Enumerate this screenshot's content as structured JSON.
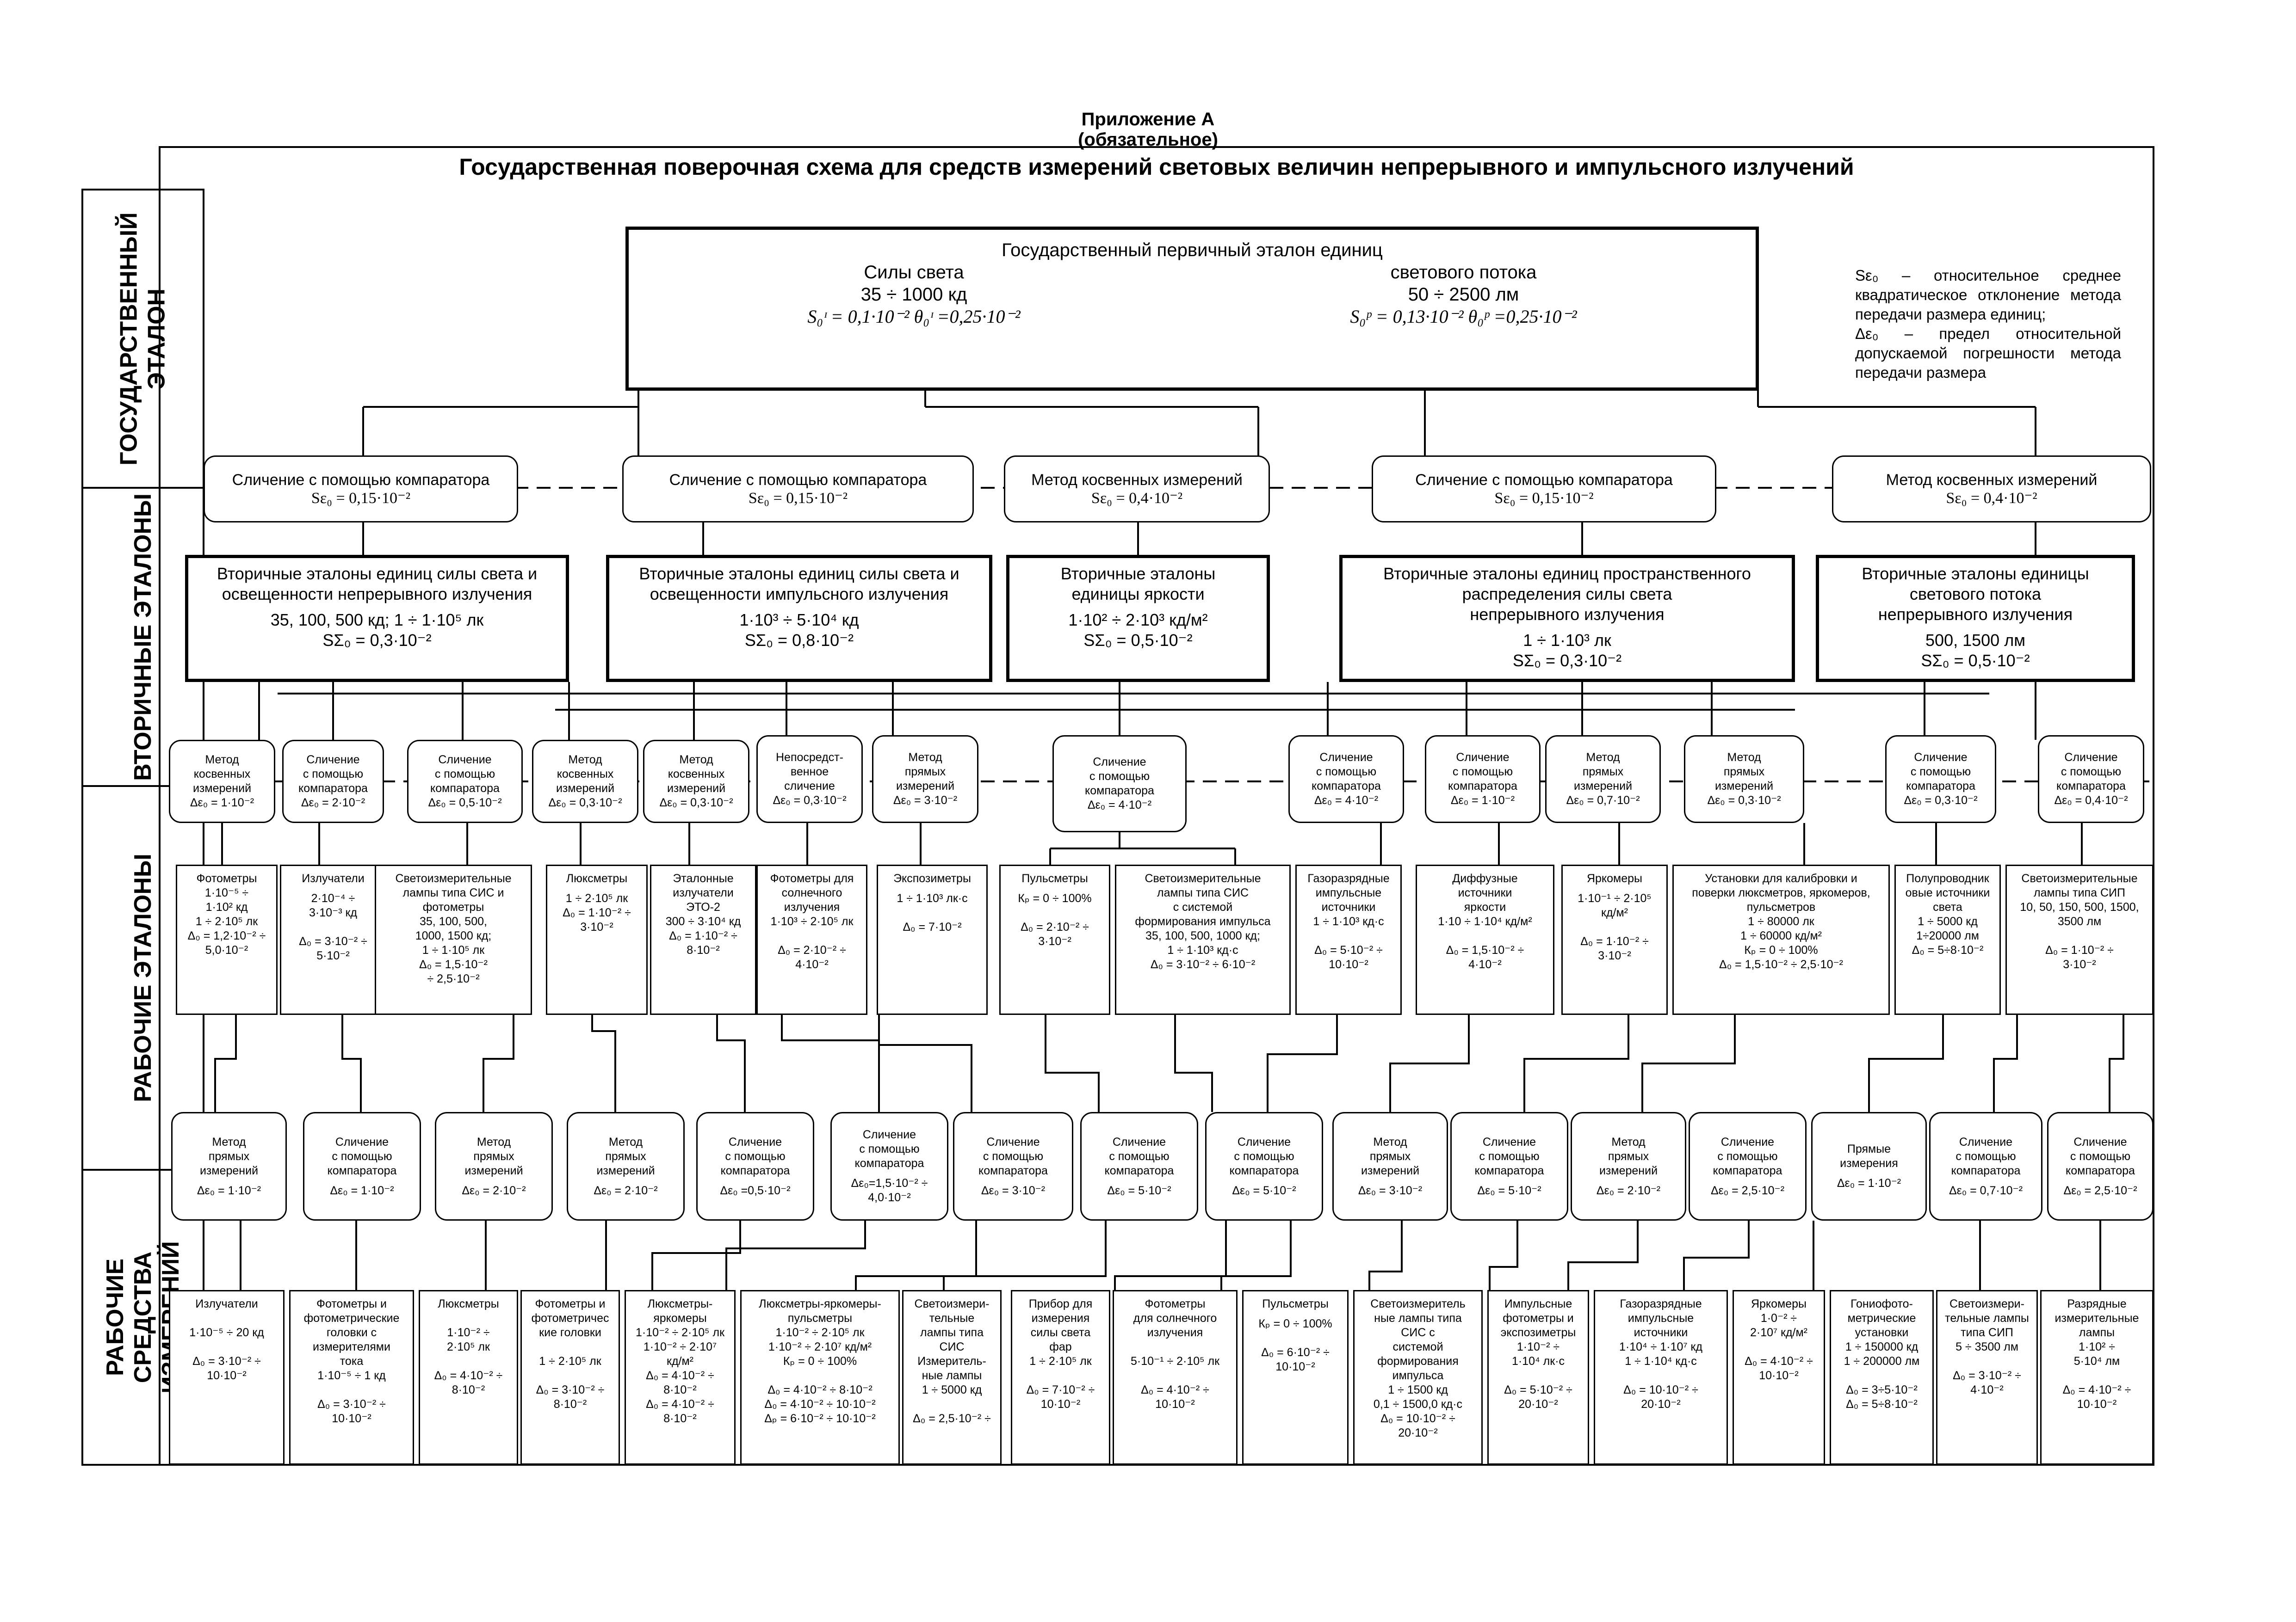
{
  "header": {
    "appendix": "Приложение А",
    "status": "(обязательное)",
    "title": "Государственная поверочная схема для средств измерений световых величин непрерывного и импульсного излучений"
  },
  "levels": [
    "ГОСУДАРСТВЕННЫЙ\nЭТАЛОН",
    "ВТОРИЧНЫЕ ЭТАЛОНЫ",
    "РАБОЧИЕ ЭТАЛОНЫ",
    "РАБОЧИЕ\nСРЕДСТВА\nИЗМЕРЕНИЙ"
  ],
  "primary": {
    "title": "Государственный первичный эталон единиц",
    "left": {
      "name": "Силы света",
      "range": "35 ÷ 1000 кд",
      "s": "S₀ᶦ = 0,1·10⁻²    θ₀ᶦ =0,25·10⁻²"
    },
    "right": {
      "name": "светового потока",
      "range": "50 ÷ 2500 лм",
      "s": "S₀ᵖ = 0,13·10⁻²    θ₀ᵖ =0,25·10⁻²"
    }
  },
  "notes": [
    "Sε₀ – относительное среднее квадратическое отклонение метода передачи размера единиц;",
    "Δε₀ – предел относительной допускаемой погрешности метода передачи размера"
  ],
  "transfer1": [
    {
      "t": "Сличение с помощью компаратора",
      "s": "Sε₀ = 0,15·10⁻²"
    },
    {
      "t": "Сличение с помощью компаратора",
      "s": "Sε₀ = 0,15·10⁻²"
    },
    {
      "t": "Метод косвенных измерений",
      "s": "Sε₀ = 0,4·10⁻²"
    },
    {
      "t": "Сличение с помощью компаратора",
      "s": "Sε₀ = 0,15·10⁻²"
    },
    {
      "t": "Метод косвенных измерений",
      "s": "Sε₀ = 0,4·10⁻²"
    }
  ],
  "secondary": [
    {
      "t": "Вторичные эталоны единиц силы света и\nосвещенности непрерывного излучения",
      "v": "35, 100, 500 кд; 1 ÷ 1·10⁵ лк\nSΣ₀ = 0,3·10⁻²"
    },
    {
      "t": "Вторичные эталоны единиц силы света и\nосвещенности импульсного излучения",
      "v": "1·10³ ÷ 5·10⁴ кд\nSΣ₀ = 0,8·10⁻²"
    },
    {
      "t": "Вторичные эталоны\nединицы яркости",
      "v": "1·10² ÷ 2·10³ кд/м²\nSΣ₀ = 0,5·10⁻²"
    },
    {
      "t": "Вторичные эталоны единиц пространственного\nраспределения силы света\nнепрерывного излучения",
      "v": "1 ÷ 1·10³ лк\nSΣ₀ = 0,3·10⁻²"
    },
    {
      "t": "Вторичные эталоны единицы\nсветового потока\nнепрерывного излучения",
      "v": "500, 1500 лм\nSΣ₀ = 0,5·10⁻²"
    }
  ],
  "transfer2": [
    {
      "t": "Метод\nкосвенных\nизмерений",
      "v": "Δε₀ = 1·10⁻²"
    },
    {
      "t": "Сличение\nс помощью\nкомпаратора",
      "v": "Δε₀ = 2·10⁻²"
    },
    {
      "t": "Сличение\nс помощью\nкомпаратора",
      "v": "Δε₀ = 0,5·10⁻²"
    },
    {
      "t": "Метод\nкосвенных\nизмерений",
      "v": "Δε₀ = 0,3·10⁻²"
    },
    {
      "t": "Метод\nкосвенных\nизмерений",
      "v": "Δε₀ = 0,3·10⁻²"
    },
    {
      "t": "Непосредст-\nвенное\nсличение",
      "v": "Δε₀ = 0,3·10⁻²"
    },
    {
      "t": "Метод\nпрямых\nизмерений",
      "v": "Δε₀ = 3·10⁻²"
    },
    {
      "t": "Сличение\nс помощью\nкомпаратора",
      "v": "Δε₀ = 4·10⁻²"
    },
    {
      "t": "Сличение\nс помощью\nкомпаратора",
      "v": "Δε₀ = 4·10⁻²"
    },
    {
      "t": "Сличение\nс помощью\nкомпаратора",
      "v": "Δε₀ = 1·10⁻²"
    },
    {
      "t": "Метод\nпрямых\nизмерений",
      "v": "Δε₀ = 0,7·10⁻²"
    },
    {
      "t": "Метод\nпрямых\nизмерений",
      "v": "Δε₀ = 0,3·10⁻²"
    },
    {
      "t": "Сличение\nс помощью\nкомпаратора",
      "v": "Δε₀ = 0,3·10⁻²"
    },
    {
      "t": "Сличение\nс помощью\nкомпаратора",
      "v": "Δε₀ = 0,4·10⁻²"
    }
  ],
  "working": [
    {
      "t": "Фотометры",
      "v": "1·10⁻⁵ ÷\n1·10² кд\n1 ÷ 2·10⁵ лк\nΔ₀ = 1,2·10⁻² ÷\n5,0·10⁻²"
    },
    {
      "t": "Излучатели",
      "v": "2·10⁻⁴ ÷\n3·10⁻³ кд\n\nΔ₀ = 3·10⁻² ÷\n5·10⁻²"
    },
    {
      "t": "Светоизмерительные\nлампы типа СИС и\nфотометры",
      "v": "35, 100, 500,\n1000, 1500 кд;\n1 ÷ 1·10⁵ лк\nΔ₀ = 1,5·10⁻²\n÷ 2,5·10⁻²"
    },
    {
      "t": "Люксметры",
      "v": "1 ÷ 2·10⁵ лк\nΔ₀ = 1·10⁻² ÷\n3·10⁻²"
    },
    {
      "t": "Эталонные\nизлучатели\nЭТО-2",
      "v": "300 ÷ 3·10⁴ кд\nΔ₀ = 1·10⁻² ÷\n8·10⁻²"
    },
    {
      "t": "Фотометры для\nсолнечного\nизлучения",
      "v": "1·10³ ÷ 2·10⁵ лк\n\nΔ₀ = 2·10⁻² ÷\n4·10⁻²"
    },
    {
      "t": "Экспозиметры",
      "v": "1 ÷ 1·10³ лк·с\n\nΔ₀ = 7·10⁻²"
    },
    {
      "t": "Пульсметры",
      "v": "Кₚ = 0 ÷ 100%\n\nΔ₀ = 2·10⁻² ÷\n3·10⁻²"
    },
    {
      "t": "Светоизмерительные\nлампы типа СИС\nс системой\nформирования импульса",
      "v": "35, 100, 500, 1000 кд;\n1 ÷ 1·10³ кд·с\nΔ₀ = 3·10⁻² ÷ 6·10⁻²"
    },
    {
      "t": "Газоразрядные\nимпульсные\nисточники",
      "v": "1 ÷ 1·10³ кд·с\n\nΔ₀ = 5·10⁻² ÷\n10·10⁻²"
    },
    {
      "t": "Диффузные\nисточники\nяркости",
      "v": "1·10 ÷ 1·10⁴ кд/м²\n\nΔ₀ = 1,5·10⁻² ÷\n4·10⁻²"
    },
    {
      "t": "Яркомеры",
      "v": "1·10⁻¹ ÷ 2·10⁵\nкд/м²\n\nΔ₀ = 1·10⁻² ÷\n3·10⁻²"
    },
    {
      "t": "Установки для калибровки и\nповерки люксметров, яркомеров,\nпульсметров",
      "v": "1 ÷ 80000 лк\n1 ÷ 60000 кд/м²\nКₚ = 0 ÷ 100%\nΔ₀ = 1,5·10⁻² ÷ 2,5·10⁻²"
    },
    {
      "t": "Полупроводник\nовые источники\nсвета",
      "v": "1 ÷ 5000 кд\n1÷20000 лм\nΔ₀ = 5÷8·10⁻²"
    },
    {
      "t": "Светоизмерительные\nлампы типа СИП\n10, 50, 150, 500, 1500,\n3500 лм",
      "v": "\nΔ₀ = 1·10⁻² ÷\n3·10⁻²"
    }
  ],
  "transfer3": [
    {
      "t": "Метод\nпрямых\nизмерений",
      "v": "Δε₀ = 1·10⁻²"
    },
    {
      "t": "Сличение\nс помощью\nкомпаратора",
      "v": "Δε₀ = 1·10⁻²"
    },
    {
      "t": "Метод\nпрямых\nизмерений",
      "v": "Δε₀ = 2·10⁻²"
    },
    {
      "t": "Метод\nпрямых\nизмерений",
      "v": "Δε₀ = 2·10⁻²"
    },
    {
      "t": "Сличение\nс помощью\nкомпаратора",
      "v": "Δε₀ =0,5·10⁻²"
    },
    {
      "t": "Сличение\nс помощью\nкомпаратора",
      "v": "Δε₀=1,5·10⁻² ÷\n4,0·10⁻²"
    },
    {
      "t": "Сличение\nс помощью\nкомпаратора",
      "v": "Δε₀ = 3·10⁻²"
    },
    {
      "t": "Сличение\nс помощью\nкомпаратора",
      "v": "Δε₀ = 5·10⁻²"
    },
    {
      "t": "Сличение\nс помощью\nкомпаратора",
      "v": "Δε₀ = 5·10⁻²"
    },
    {
      "t": "Метод\nпрямых\nизмерений",
      "v": "Δε₀ = 3·10⁻²"
    },
    {
      "t": "Сличение\nс помощью\nкомпаратора",
      "v": "Δε₀ = 5·10⁻²"
    },
    {
      "t": "Метод\nпрямых\nизмерений",
      "v": "Δε₀ = 2·10⁻²"
    },
    {
      "t": "Сличение\nс помощью\nкомпаратора",
      "v": "Δε₀ = 2,5·10⁻²"
    },
    {
      "t": "Прямые\nизмерения",
      "v": "Δε₀ = 1·10⁻²"
    },
    {
      "t": "Сличение\nс помощью\nкомпаратора",
      "v": "Δε₀ = 0,7·10⁻²"
    },
    {
      "t": "Сличение\nс помощью\nкомпаратора",
      "v": "Δε₀ = 2,5·10⁻²"
    }
  ],
  "instruments": [
    {
      "t": "Излучатели",
      "v": "\n1·10⁻⁵ ÷ 20 кд\n\nΔ₀ = 3·10⁻² ÷\n10·10⁻²"
    },
    {
      "t": "Фотометры и\nфотометрические\nголовки с\nизмерителями\nтока",
      "v": "1·10⁻⁵ ÷ 1 кд\n\nΔ₀ = 3·10⁻² ÷\n10·10⁻²"
    },
    {
      "t": "Люксметры",
      "v": "\n1·10⁻² ÷\n2·10⁵ лк\n\nΔ₀ = 4·10⁻² ÷\n8·10⁻²"
    },
    {
      "t": "Фотометры и\nфотометричес\nкие головки",
      "v": "\n1 ÷ 2·10⁵ лк\n\nΔ₀ = 3·10⁻² ÷\n8·10⁻²"
    },
    {
      "t": "Люксметры-\nяркомеры",
      "v": "1·10⁻² ÷ 2·10⁵ лк\n1·10⁻² ÷ 2·10⁷\nкд/м²\nΔ₀ = 4·10⁻² ÷\n8·10⁻²\nΔ₀ = 4·10⁻² ÷\n8·10⁻²"
    },
    {
      "t": "Люксметры-яркомеры-\nпульсметры",
      "v": "1·10⁻² ÷ 2·10⁵ лк\n1·10⁻² ÷ 2·10⁷ кд/м²\nКₚ = 0 ÷ 100%\n\nΔ₀ = 4·10⁻² ÷ 8·10⁻²\nΔ₀ = 4·10⁻² ÷ 10·10⁻²\nΔₚ = 6·10⁻² ÷ 10·10⁻²"
    },
    {
      "t": "Светоизмери-\nтельные\nлампы типа\nСИС\nИзмеритель-\nные лампы",
      "v": "1 ÷ 5000 кд\n\nΔ₀ = 2,5·10⁻² ÷"
    },
    {
      "t": "Прибор для\nизмерения\nсилы света\nфар",
      "v": "1 ÷ 2·10⁵ лк\n\nΔ₀ = 7·10⁻² ÷\n10·10⁻²"
    },
    {
      "t": "Фотометры\nдля солнечного\nизлучения",
      "v": "\n5·10⁻¹ ÷ 2·10⁵ лк\n\nΔ₀ = 4·10⁻² ÷\n10·10⁻²"
    },
    {
      "t": "Пульсметры",
      "v": "Кₚ = 0 ÷ 100%\n\nΔ₀ = 6·10⁻² ÷\n10·10⁻²"
    },
    {
      "t": "Светоизмеритель\nные лампы типа\nСИС с\nсистемой\nформирования\nимпульса",
      "v": "1 ÷ 1500 кд\n0,1 ÷ 1500,0 кд·с\nΔ₀ = 10·10⁻² ÷\n20·10⁻²"
    },
    {
      "t": "Импульсные\nфотометры и\nэкспозиметры",
      "v": "1·10⁻² ÷\n1·10⁴ лк·с\n\nΔ₀ = 5·10⁻² ÷\n20·10⁻²"
    },
    {
      "t": "Газоразрядные\nимпульсные\nисточники",
      "v": "1·10⁴ ÷ 1·10⁷ кд\n1 ÷ 1·10⁴ кд·с\n\nΔ₀ = 10·10⁻² ÷\n20·10⁻²"
    },
    {
      "t": "Яркомеры",
      "v": "1·0⁻² ÷\n2·10⁷ кд/м²\n\nΔ₀ = 4·10⁻² ÷\n10·10⁻²"
    },
    {
      "t": "Гониофото-\nметрические\nустановки",
      "v": "1 ÷ 150000 кд\n1 ÷ 200000 лм\n\nΔ₀ = 3÷5·10⁻²\nΔ₀ = 5÷8·10⁻²"
    },
    {
      "t": "Светоизмери-\nтельные лампы\nтипа СИП",
      "v": "5 ÷ 3500 лм\n\nΔ₀ = 3·10⁻² ÷\n4·10⁻²"
    },
    {
      "t": "Разрядные\nизмерительные\nлампы",
      "v": "1·10² ÷\n5·10⁴ лм\n\nΔ₀ = 4·10⁻² ÷\n10·10⁻²"
    }
  ]
}
